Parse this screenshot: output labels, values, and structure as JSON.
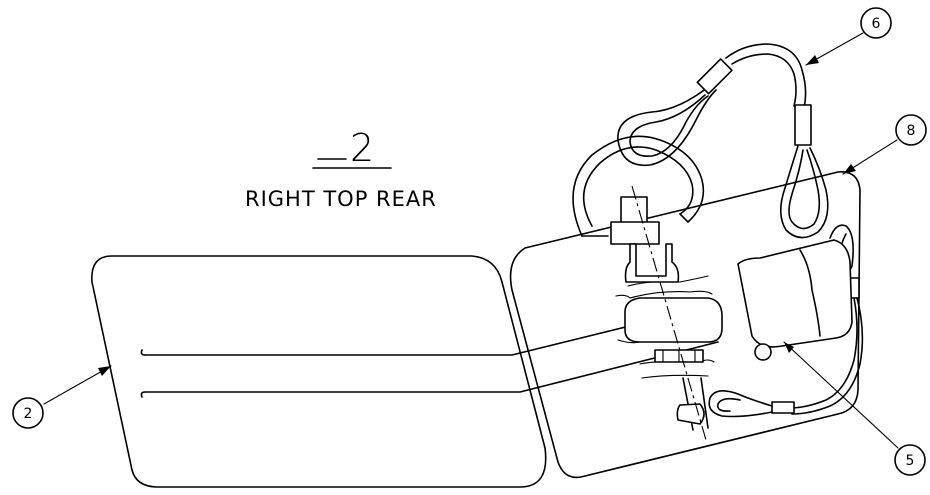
{
  "view": {
    "number": "2",
    "caption": "RIGHT TOP REAR"
  },
  "callouts": [
    {
      "id": "callout-2",
      "label": "2"
    },
    {
      "id": "callout-5",
      "label": "5"
    },
    {
      "id": "callout-6",
      "label": "6"
    },
    {
      "id": "callout-8",
      "label": "8"
    }
  ]
}
